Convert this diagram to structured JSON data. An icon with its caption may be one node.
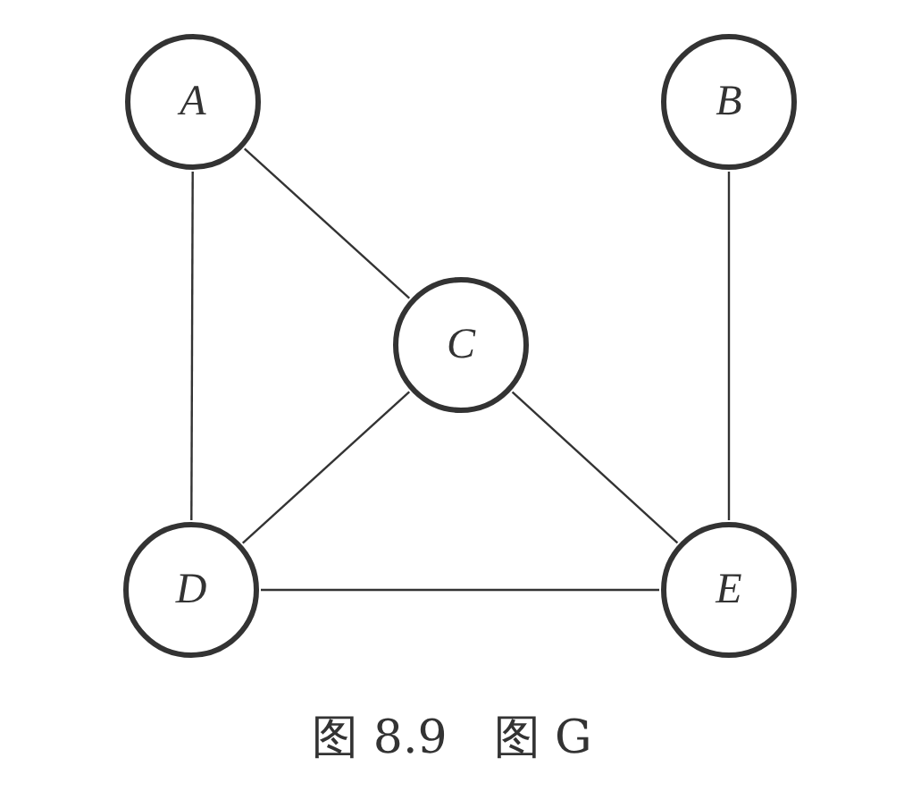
{
  "diagram": {
    "caption": "图 8.9　图 G",
    "nodes": [
      {
        "text": [
          "A"
        ]
      },
      {
        "text": [
          "B"
        ]
      },
      {
        "text": [
          "C"
        ]
      },
      {
        "text": [
          "D"
        ]
      },
      {
        "text": [
          "E"
        ]
      }
    ],
    "edges": [
      {
        "from": 0,
        "to": 2,
        "arrow": "none"
      },
      {
        "from": 0,
        "to": 3,
        "arrow": "none"
      },
      {
        "from": 1,
        "to": 4,
        "arrow": "none"
      },
      {
        "from": 2,
        "to": 3,
        "arrow": "none"
      },
      {
        "from": 2,
        "to": 4,
        "arrow": "none"
      },
      {
        "from": 3,
        "to": 4,
        "arrow": "none"
      }
    ]
  }
}
